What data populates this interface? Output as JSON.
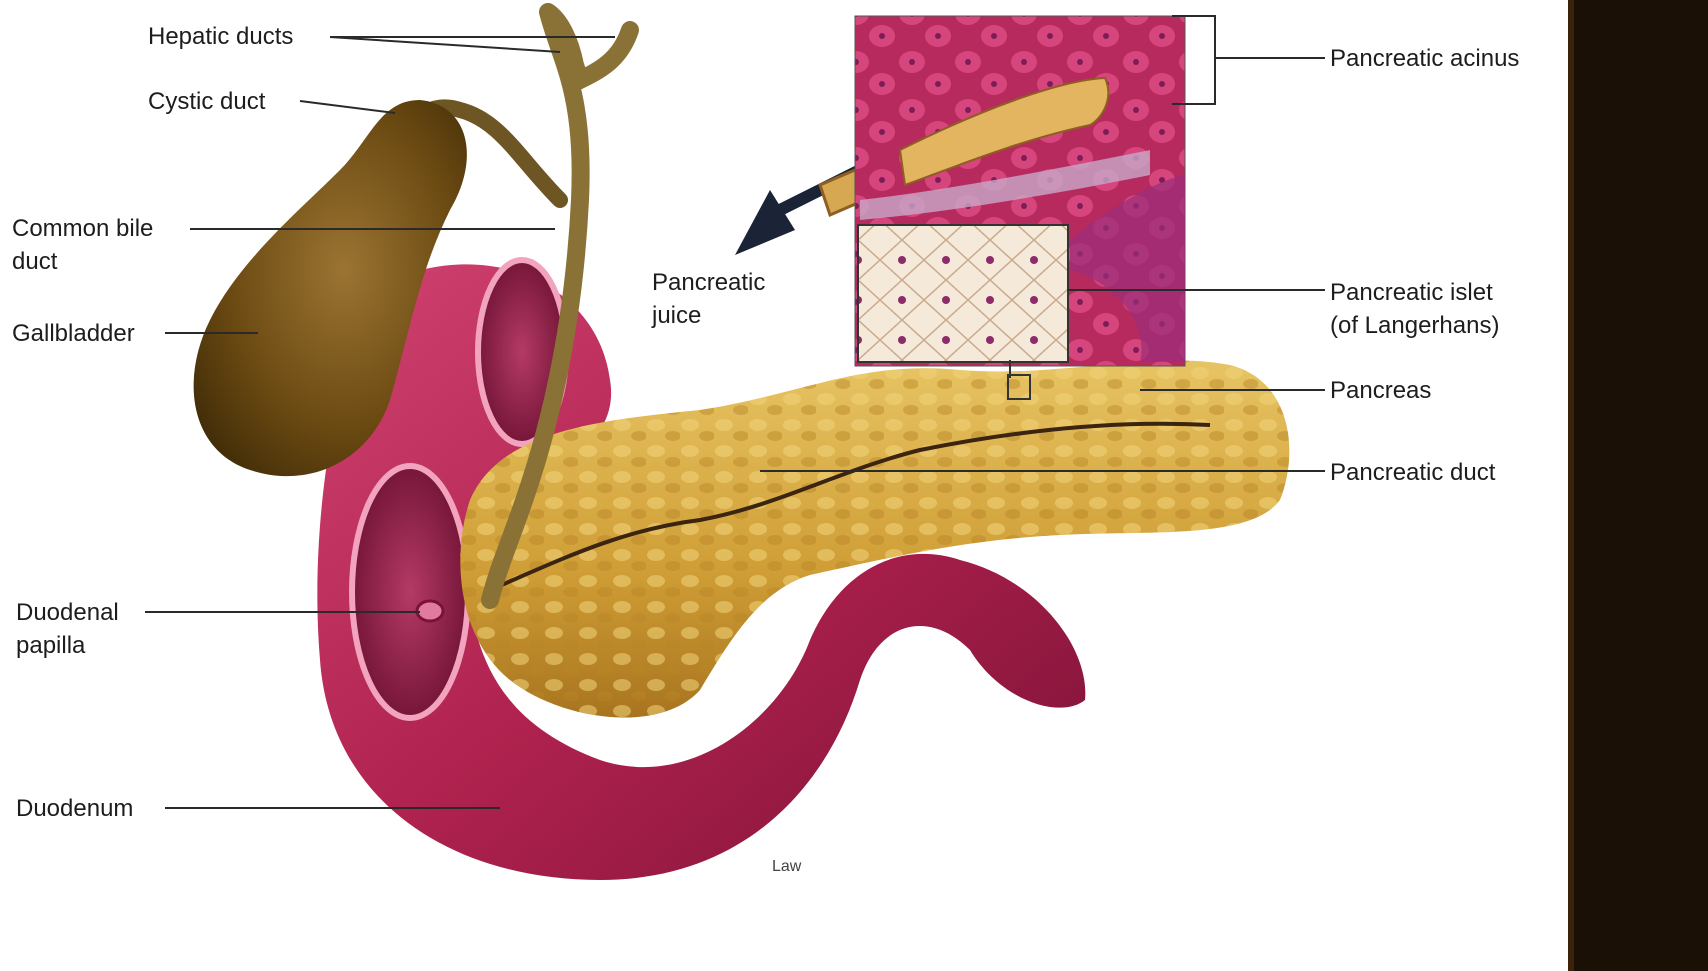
{
  "figure": {
    "labels": {
      "hepatic_ducts": "Hepatic ducts",
      "cystic_duct": "Cystic duct",
      "common_bile_duct": "Common bile\nduct",
      "gallbladder": "Gallbladder",
      "duodenal_papilla": "Duodenal\npapilla",
      "duodenum": "Duodenum",
      "pancreatic_juice": "Pancreatic\njuice",
      "pancreatic_acinus": "Pancreatic acinus",
      "pancreatic_islet": "Pancreatic islet\n(of Langerhans)",
      "pancreas": "Pancreas",
      "pancreatic_duct": "Pancreatic duct"
    },
    "credit": "Law"
  },
  "colors": {
    "gallbladder": "#6b4a12",
    "duodenum": "#b0224f",
    "duodenum_inner": "#8e1a44",
    "pancreas": "#d6a83e",
    "acinus": "#c9326a",
    "islet": "#f3e6d4",
    "leader": "#2a2a2a"
  }
}
